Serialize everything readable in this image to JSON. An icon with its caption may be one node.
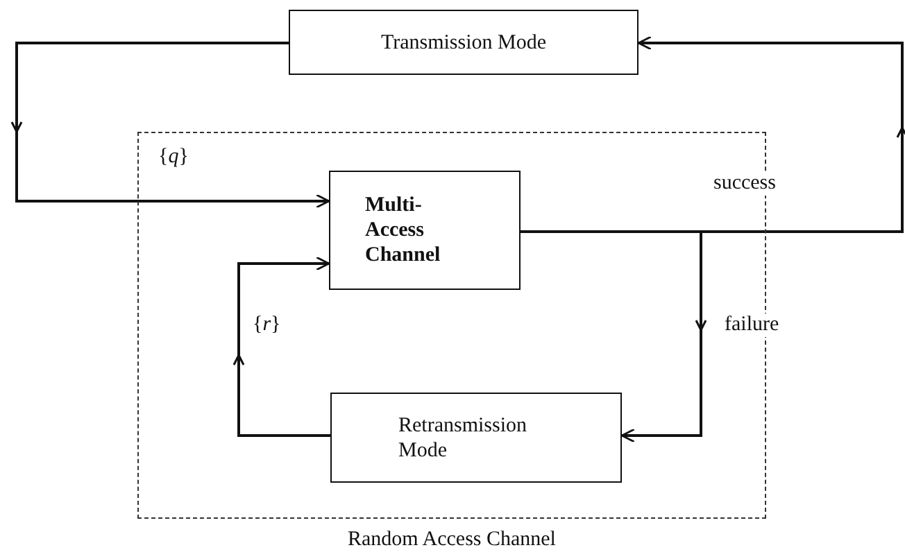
{
  "diagram": {
    "nodes": [
      {
        "text": [
          "Transmission Mode"
        ]
      },
      {
        "text": [
          "Random Access Channel"
        ]
      },
      {
        "text": [
          "Multi- Access Channel"
        ],
        "in": 1
      },
      {
        "text": [
          "Retransmission Mode"
        ],
        "in": 1
      }
    ],
    "edges": [
      {
        "from": 0,
        "to": 2,
        "arrow": "to",
        "label": "{*q*}"
      },
      {
        "from": 2,
        "to": 0,
        "arrow": "to",
        "label": "success"
      },
      {
        "from": 2,
        "to": 3,
        "arrow": "to",
        "label": "failure"
      },
      {
        "from": 3,
        "to": 2,
        "arrow": "to",
        "label": "{*r*}"
      }
    ]
  }
}
